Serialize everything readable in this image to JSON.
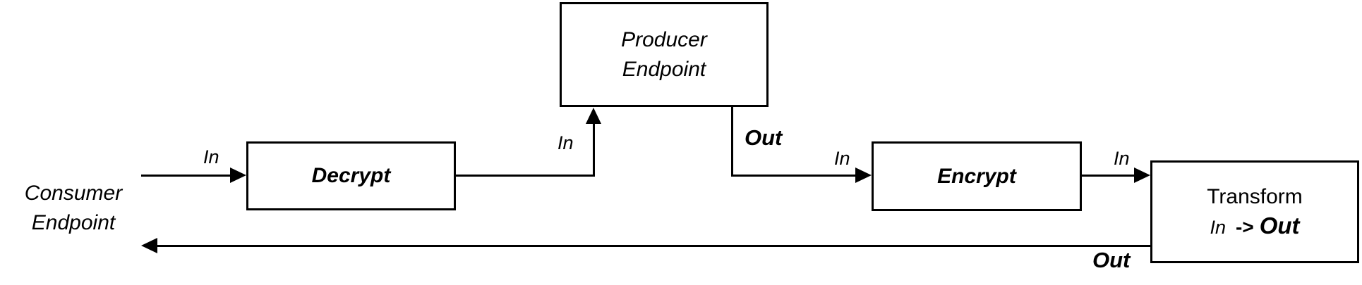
{
  "diagram": {
    "colors": {
      "background": "#ffffff",
      "line": "#000000",
      "text": "#000000"
    },
    "nodes": {
      "consumer_endpoint": {
        "line1": "Consumer",
        "line2": "Endpoint"
      },
      "decrypt": {
        "label": "Decrypt"
      },
      "producer_endpoint": {
        "line1": "Producer",
        "line2": "Endpoint"
      },
      "encrypt": {
        "label": "Encrypt"
      },
      "transform": {
        "title": "Transform",
        "io_in": "In",
        "io_arrow": "->",
        "io_out": "Out"
      }
    },
    "edge_labels": {
      "consumer_to_decrypt_in": "In",
      "decrypt_to_producer_in": "In",
      "producer_out": "Out",
      "encrypt_in": "In",
      "transform_in": "In",
      "transform_out": "Out"
    }
  }
}
